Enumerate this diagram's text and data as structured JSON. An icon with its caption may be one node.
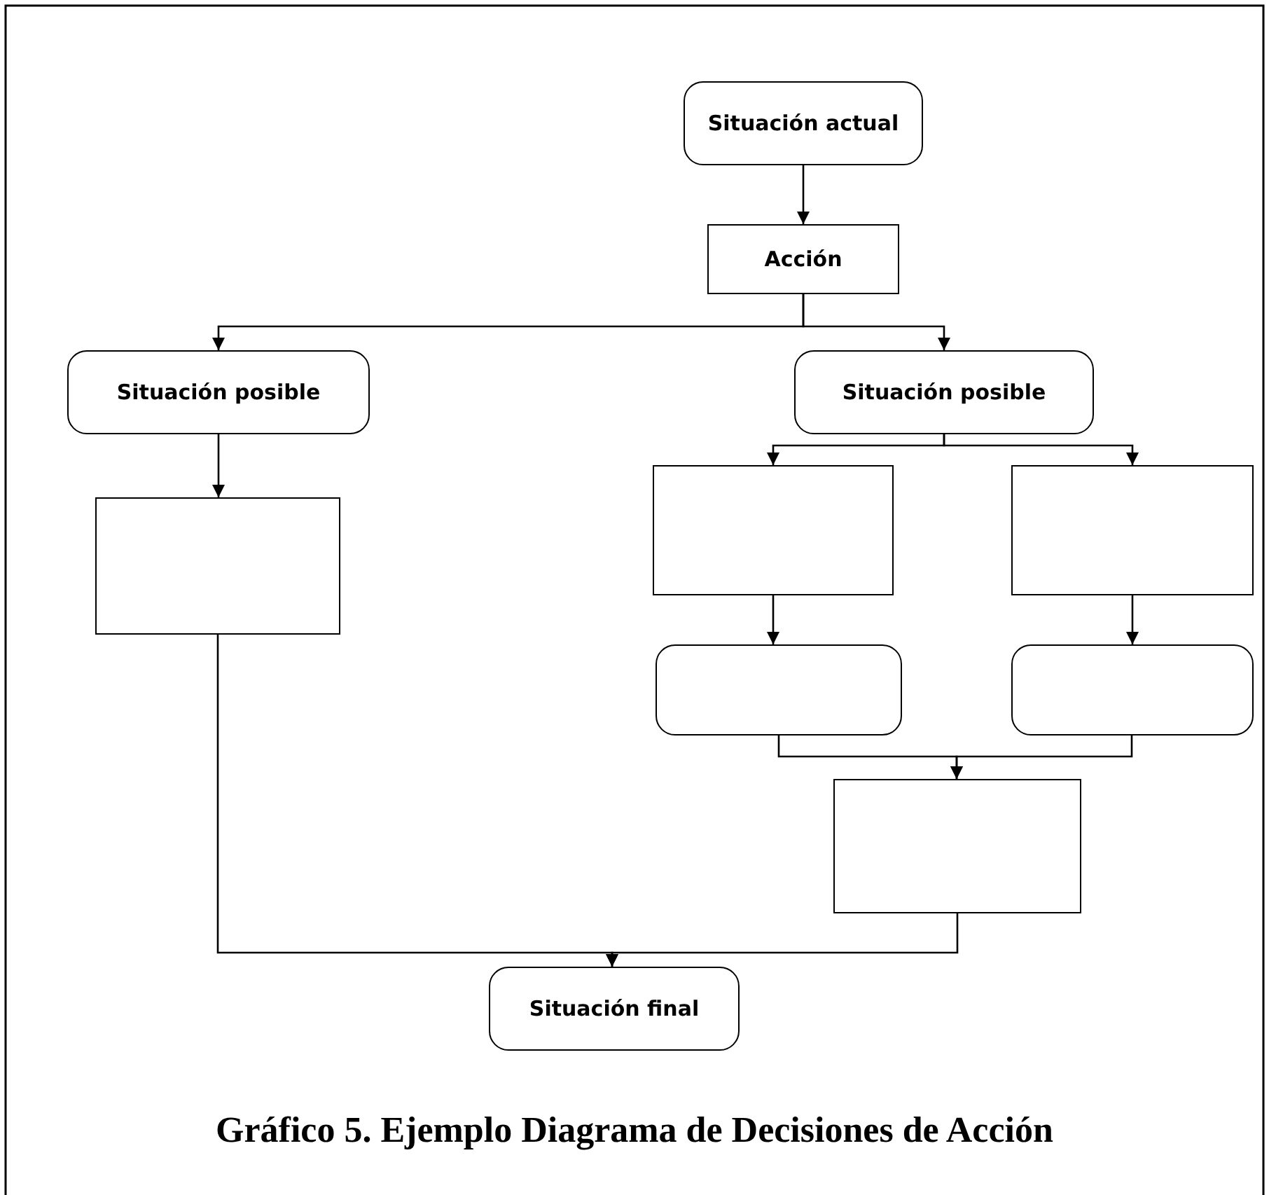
{
  "diagram": {
    "caption": "Gráfico 5. Ejemplo Diagrama de Decisiones de Acción",
    "nodes": [
      {
        "text": [
          "Situación actual"
        ]
      },
      {
        "text": [
          "Acción"
        ]
      },
      {
        "text": [
          "Situación posible"
        ]
      },
      {
        "text": [
          "Situación posible"
        ]
      },
      {
        "text": [],
        "shape": "box"
      },
      {
        "text": [],
        "shape": "box"
      },
      {
        "text": [],
        "shape": "box"
      },
      {
        "text": [],
        "shape": "box"
      },
      {
        "text": [],
        "shape": "box"
      },
      {
        "text": [],
        "shape": "box"
      },
      {
        "text": [
          "Situación final"
        ]
      }
    ],
    "edges": [
      {
        "from": 0,
        "to": 1,
        "arrow": "to"
      },
      {
        "from": 1,
        "to": 2,
        "arrow": "to"
      },
      {
        "from": 1,
        "to": 3,
        "arrow": "to"
      },
      {
        "from": 2,
        "to": 4,
        "arrow": "to"
      },
      {
        "from": 3,
        "to": 5,
        "arrow": "to"
      },
      {
        "from": 3,
        "to": 6,
        "arrow": "to"
      },
      {
        "from": 5,
        "to": 7,
        "arrow": "to"
      },
      {
        "from": 6,
        "to": 8,
        "arrow": "to"
      },
      {
        "from": 7,
        "to": 9,
        "arrow": "to"
      },
      {
        "from": 8,
        "to": 9,
        "arrow": "to"
      },
      {
        "from": 4,
        "to": 10,
        "arrow": "to"
      },
      {
        "from": 9,
        "to": 10,
        "arrow": "to"
      }
    ]
  }
}
